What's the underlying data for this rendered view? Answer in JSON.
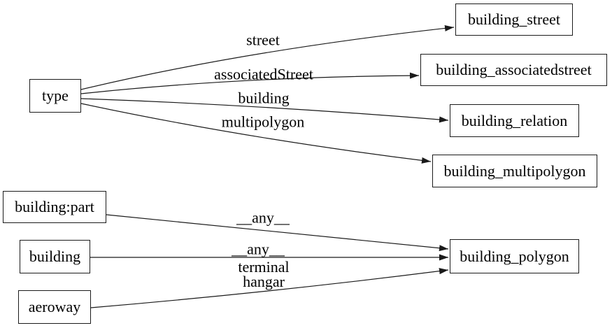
{
  "diagram": {
    "kind": "directed-graph",
    "background_color": "#ffffff",
    "line_color": "#1a1a1a",
    "text_color": "#000000",
    "nodes": [
      {
        "id": "type",
        "label": "type"
      },
      {
        "id": "building_street",
        "label": "building_street"
      },
      {
        "id": "building_associatedstreet",
        "label": "building_associatedstreet"
      },
      {
        "id": "building_relation",
        "label": "building_relation"
      },
      {
        "id": "building_multipolygon",
        "label": "building_multipolygon"
      },
      {
        "id": "building:part",
        "label": "building:part"
      },
      {
        "id": "building",
        "label": "building"
      },
      {
        "id": "aeroway",
        "label": "aeroway"
      },
      {
        "id": "building_polygon",
        "label": "building_polygon"
      }
    ],
    "edges": [
      {
        "from": "type",
        "to": "building_street",
        "label": "street"
      },
      {
        "from": "type",
        "to": "building_associatedstreet",
        "label": "associatedStreet"
      },
      {
        "from": "type",
        "to": "building_relation",
        "label": "building"
      },
      {
        "from": "type",
        "to": "building_multipolygon",
        "label": "multipolygon"
      },
      {
        "from": "building:part",
        "to": "building_polygon",
        "label": "__any__"
      },
      {
        "from": "building",
        "to": "building_polygon",
        "label": "__any__"
      },
      {
        "from": "aeroway",
        "to": "building_polygon",
        "label": "terminal hangar",
        "label_lines": [
          "terminal",
          "hangar"
        ]
      }
    ]
  }
}
